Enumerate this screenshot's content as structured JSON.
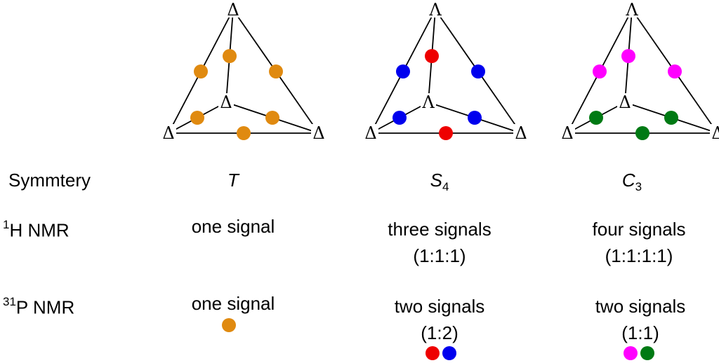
{
  "vertex_delta": "Δ",
  "vertex_lambda": "Λ",
  "colors": {
    "orange": "#e08a10",
    "red": "#ee0000",
    "blue": "#0000ee",
    "magenta": "#ff00ff",
    "green": "#007a14"
  },
  "tetrahedra": [
    {
      "vertices": [
        "Δ",
        "Δ",
        "Δ",
        "Δ"
      ],
      "edge_colors": [
        "orange",
        "orange",
        "orange",
        "orange",
        "orange",
        "orange"
      ]
    },
    {
      "vertices": [
        "Λ",
        "Λ",
        "Δ",
        "Δ"
      ],
      "edge_colors": [
        "red",
        "blue",
        "blue",
        "blue",
        "blue",
        "red"
      ]
    },
    {
      "vertices": [
        "Λ",
        "Δ",
        "Δ",
        "Δ"
      ],
      "edge_colors": [
        "magenta",
        "magenta",
        "magenta",
        "green",
        "green",
        "green"
      ]
    }
  ],
  "rows": {
    "symmetry": {
      "label": "Symmtery",
      "values": [
        {
          "main": "T",
          "sub": ""
        },
        {
          "main": "S",
          "sub": "4"
        },
        {
          "main": "C",
          "sub": "3"
        }
      ]
    },
    "h_nmr": {
      "label_sup": "1",
      "label": "H NMR",
      "values": [
        {
          "line1": "one signal",
          "line2": ""
        },
        {
          "line1": "three signals",
          "line2": "(1:1:1)"
        },
        {
          "line1": "four signals",
          "line2": "(1:1:1:1)"
        }
      ]
    },
    "p_nmr": {
      "label_sup": "31",
      "label": "P NMR",
      "values": [
        {
          "line1": "one signal",
          "line2": "",
          "dots": [
            "orange"
          ]
        },
        {
          "line1": "two signals",
          "line2": "(1:2)",
          "dots": [
            "red",
            "blue"
          ]
        },
        {
          "line1": "two signals",
          "line2": "(1:1)",
          "dots": [
            "magenta",
            "green"
          ]
        }
      ]
    }
  }
}
